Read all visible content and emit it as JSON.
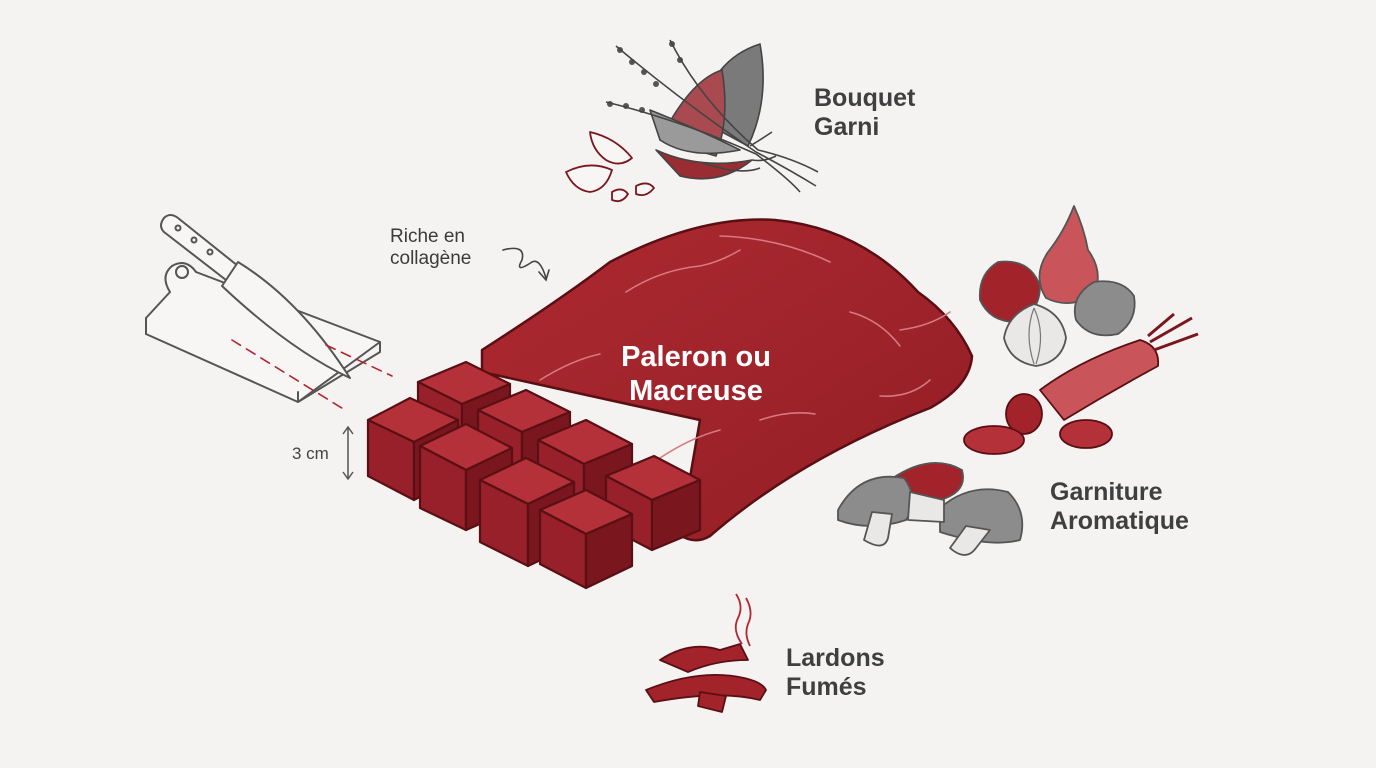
{
  "labels": {
    "bouquet": [
      "Bouquet",
      "Garni"
    ],
    "garniture": [
      "Garniture",
      "Aromatique"
    ],
    "lardons": [
      "Lardons",
      "Fumés"
    ],
    "meat": [
      "Paleron ou",
      "Macreuse"
    ],
    "collagen_note": [
      "Riche en",
      "collagène"
    ],
    "cube_size": "3 cm"
  },
  "colors": {
    "meat": "#a3232b",
    "meat_dark": "#7a161d",
    "outline": "#5a0f14",
    "line_art": "#555555",
    "grey_fill": "#8c8c8c",
    "background": "#f4f3f1"
  }
}
